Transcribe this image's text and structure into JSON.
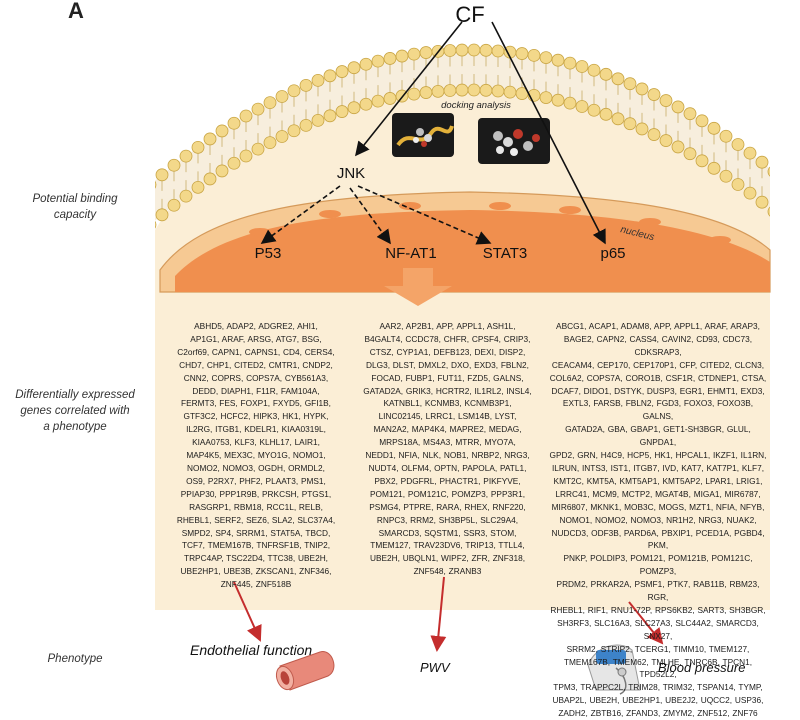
{
  "panel_label": "A",
  "compound": "CF",
  "docking_label": "docking analysis",
  "kinase": "JNK",
  "nucleus_label": "nucleus",
  "factors": [
    "P53",
    "NF-AT1",
    "STAT3",
    "p65"
  ],
  "side_labels": {
    "binding": [
      "Potential binding",
      "capacity"
    ],
    "deg": [
      "Differentially expressed",
      "genes correlated with",
      "a phenotype"
    ],
    "phenotype": "Phenotype"
  },
  "gene_columns": [
    [
      "ABHD5, ADAP2, ADGRE2, AHI1,",
      "AP1G1, ARAF, ARSG, ATG7, BSG,",
      "C2orf69, CAPN1, CAPNS1, CD4, CERS4,",
      "CHD7, CHP1, CITED2, CMTR1, CNDP2,",
      "CNN2, COPRS, COPS7A, CYB561A3,",
      "DEDD, DIAPH1, F11R, FAM104A,",
      "FERMT3, FES, FOXP1, FXYD5, GFI1B,",
      "GTF3C2, HCFC2, HIPK3, HK1, HYPK,",
      "IL2RG, ITGB1, KDELR1, KIAA0319L,",
      "KIAA0753, KLF3, KLHL17, LAIR1,",
      "MAP4K5, MEX3C, MYO1G, NOMO1,",
      "NOMO2, NOMO3, OGDH, ORMDL2,",
      "OS9, P2RX7, PHF2, PLAAT3, PMS1,",
      "PPIAP30, PPP1R9B, PRKCSH, PTGS1,",
      "RASGRP1, RBM18, RCC1L, RELB,",
      "RHEBL1, SERF2, SEZ6, SLA2, SLC37A4,",
      "SMPD2, SP4, SRRM1, STAT5A, TBCD,",
      "TCF7, TMEM167B, TNFRSF1B, TNIP2,",
      "TRPC4AP, TSC22D4, TTC38, UBE2H,",
      "UBE2HP1, UBE3B, ZKSCAN1, ZNF346,",
      "ZNF445, ZNF518B"
    ],
    [
      "AAR2, AP2B1, APP, APPL1, ASH1L,",
      "B4GALT4, CCDC78, CHFR, CPSF4, CRIP3,",
      "CTSZ, CYP1A1, DEFB123, DEXI, DISP2,",
      "DLG3, DLST, DMXL2, DXO, EXD3, FBLN2,",
      "FOCAD, FUBP1, FUT11, FZD5, GALNS,",
      "GATAD2A, GRIK3, HCRTR2, IL1RL2, INSL4,",
      "KATNBL1, KCNMB3, KCNMB3P1,",
      "LINC02145, LRRC1, LSM14B, LYST,",
      "MAN2A2, MAP4K4, MAPRE2, MEDAG,",
      "MRPS18A, MS4A3, MTRR, MYO7A,",
      "NEDD1, NFIA, NLK, NOB1, NRBP2, NRG3,",
      "NUDT4, OLFM4, OPTN, PAPOLA, PATL1,",
      "PBX2, PDGFRL, PHACTR1, PIKFYVE,",
      "POM121, POM121C, POMZP3, PPP3R1,",
      "PSMG4, PTPRE, RARA, RHEX, RNF220,",
      "RNPC3, RRM2, SH3BP5L, SLC29A4,",
      "SMARCD3, SQSTM1, SSR3, STOM,",
      "TMEM127, TRAV23DV6, TRIP13, TTLL4,",
      "UBE2H, UBQLN1, WIPF2, ZFR, ZNF318,",
      "ZNF548, ZRANB3"
    ],
    [
      "ABCG1, ACAP1, ADAM8, APP, APPL1, ARAF, ARAP3,",
      "BAGE2, CAPN2, CASS4, CAVIN2, CD93, CDC73, CDKSRAP3,",
      "CEACAM4, CEP170, CEP170P1, CFP, CITED2, CLCN3,",
      "COL6A2, COPS7A, CORO1B, CSF1R, CTDNEP1, CTSA,",
      "DCAF7, DIDO1, DSTYK, DUSP3, EGR1, EHMT1, EXD3,",
      "EXTL3, FARSB, FBLN2, FGD3, FOXO3, FOXO3B, GALNS,",
      "GATAD2A, GBA, GBAP1, GET1-SH3BGR, GLUL, GNPDA1,",
      "GPD2, GRN, H4C9, HCP5, HK1, HPCAL1, IKZF1, IL1RN,",
      "ILRUN, INTS3, IST1, ITGB7, IVD, KAT7, KAT7P1, KLF7,",
      "KMT2C, KMT5A, KMT5AP1, KMT5AP2, LPAR1, LRIG1,",
      "LRRC41, MCM9, MCTP2, MGAT4B, MIGA1, MIR6787,",
      "MIR6807, MKNK1, MOB3C, MOGS, MZT1, NFIA, NFYB,",
      "NOMO1, NOMO2, NOMO3, NR1H2, NRG3, NUAK2,",
      "NUDCD3, ODF3B, PARD6A, PBXIP1, PCED1A, PGBD4, PKM,",
      "PNKP, POLDIP3, POM121, POM121B, POM121C, POMZP3,",
      "PRDM2, PRKAR2A, PSMF1, PTK7, RAB11B, RBM23, RGR,",
      "RHEBL1, RIF1, RNU1-72P, RPS6KB2, SART3, SH3BGR,",
      "SH3RF3, SLC16A3, SLC27A3, SLC44A2, SMARCD3, SNX27,",
      "SRRM2, STRIP2, TCERG1, TIMM10, TMEM127,",
      "TMEM167B, TMEM62, TMLHE, TNRC6B, TPCN1, TPD52L2,",
      "TPM3, TRAPPC2L, TRIM28, TRIM32, TSPAN14, TYMP,",
      "UBAP2L, UBE2H, UBE2HP1, UBE2J2, UQCC2, USP36,",
      "ZADH2, ZBTB16, ZFAND3, ZMYM2, ZNF512, ZNF76"
    ]
  ],
  "phenotypes": [
    "Endothelial function",
    "PWV",
    "Blood pressure"
  ],
  "colors": {
    "membrane_head": "#f3d88a",
    "membrane_outline": "#c9a544",
    "cytoplasm": "#fbeed6",
    "nucleus_outer": "#f6c993",
    "nucleus_inner": "#f08f4e",
    "arrow_orange": "#f4a468",
    "red_arrow": "#c42d2d"
  }
}
